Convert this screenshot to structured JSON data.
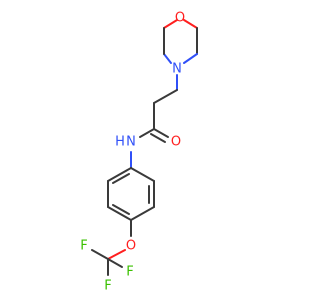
{
  "molecule": {
    "atoms": {
      "o_morph": "O",
      "n_morph": "N",
      "o_carbonyl": "O",
      "nh": "N",
      "h_nh": "H",
      "o_ether": "O",
      "f1": "F",
      "f2": "F",
      "f3": "F"
    },
    "colors": {
      "bond": "#3a3a3a",
      "oxygen": "#ff1f1f",
      "nitrogen": "#3050f8",
      "fluorine": "#3ac000"
    }
  }
}
